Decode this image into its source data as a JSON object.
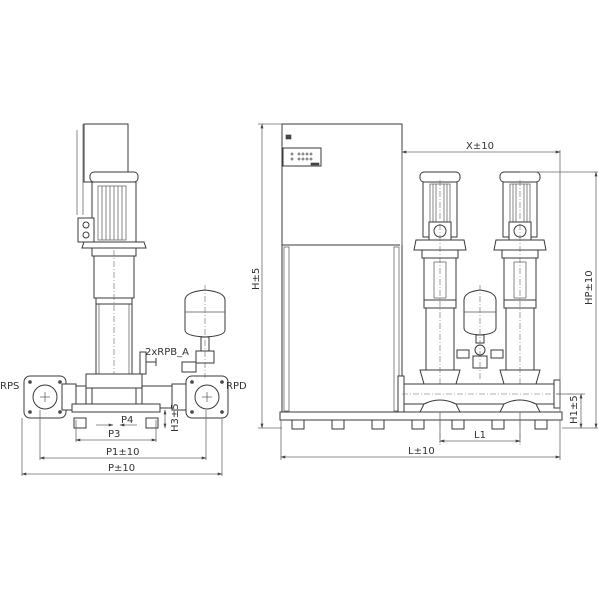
{
  "drawing": {
    "side_view": {
      "labels": {
        "suction": "RPS",
        "discharge": "RPD",
        "valve_note": "2xRPB_A"
      },
      "dimensions": {
        "p": "P±10",
        "p1": "P1±10",
        "p3": "P3",
        "p4": "P4",
        "h3": "H3±5"
      }
    },
    "front_view": {
      "dimensions": {
        "h": "H±5",
        "x": "X±10",
        "hp": "HP±10",
        "h1": "H1±5",
        "l": "L±10",
        "l1": "L1"
      }
    },
    "colors": {
      "line": "#3a3a3a",
      "dimension": "#6a6a6a",
      "background": "#ffffff"
    }
  }
}
